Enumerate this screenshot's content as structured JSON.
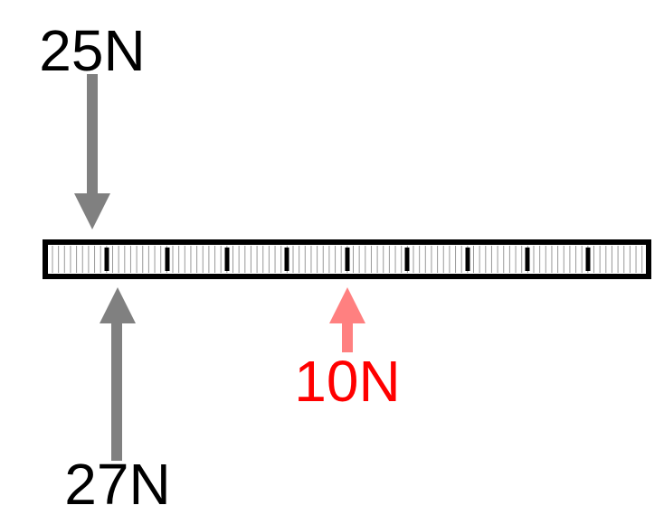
{
  "forces": [
    {
      "id": "force-25",
      "label": "25N",
      "magnitude": 25,
      "unit": "N",
      "direction": "down",
      "side": "above",
      "color": "#808080",
      "label_color": "#000000"
    },
    {
      "id": "force-27",
      "label": "27N",
      "magnitude": 27,
      "unit": "N",
      "direction": "up",
      "side": "below",
      "color": "#808080",
      "label_color": "#000000"
    },
    {
      "id": "force-10",
      "label": "10N",
      "magnitude": 10,
      "unit": "N",
      "direction": "up",
      "side": "below",
      "color": "#ff8080",
      "label_color": "#ff0000"
    }
  ],
  "colors": {
    "beam_border": "#000000",
    "beam_fill": "#ffffff",
    "minor_tick": "#999999",
    "major_tick": "#000000"
  }
}
